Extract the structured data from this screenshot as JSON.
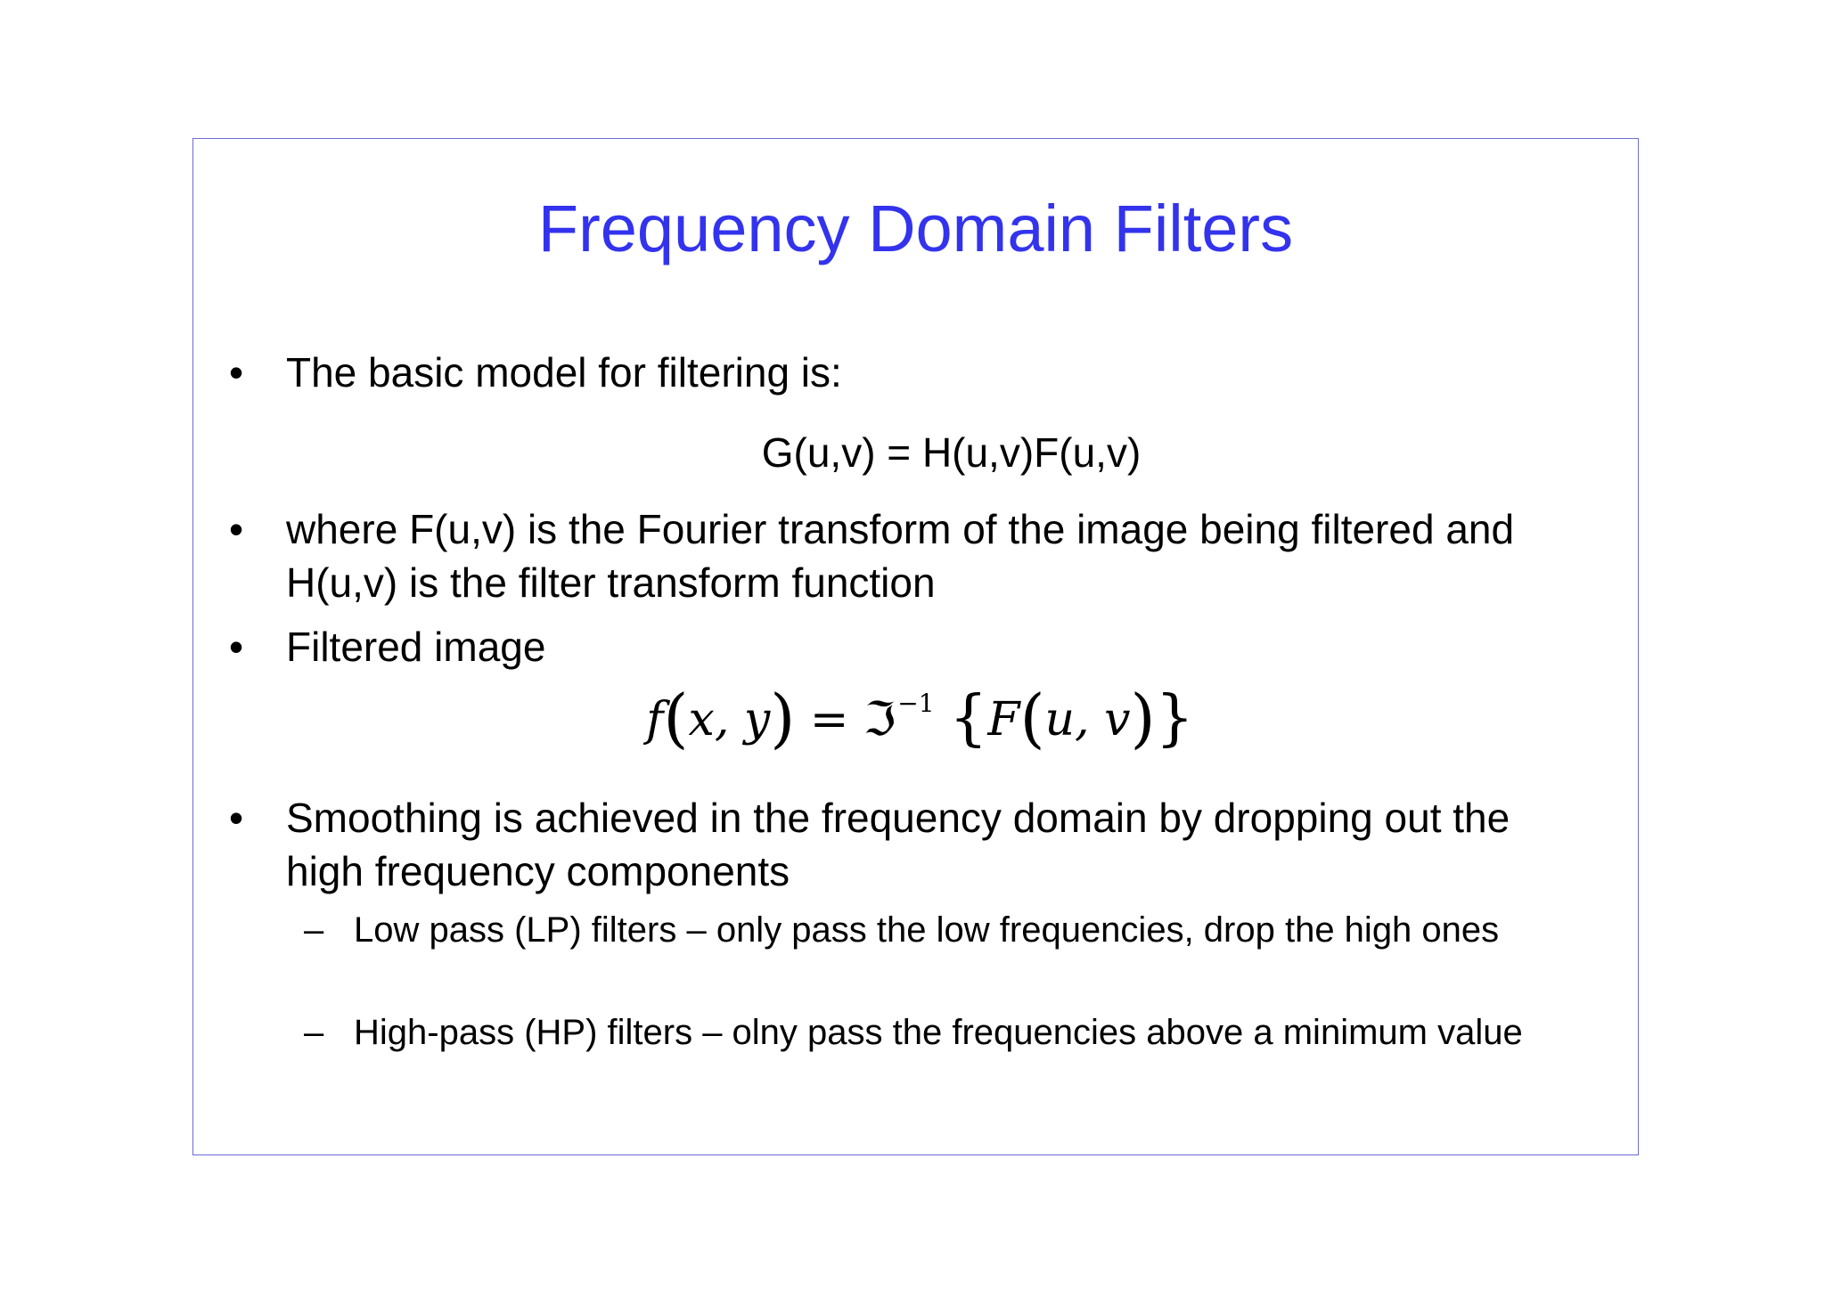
{
  "slide": {
    "title": "Frequency Domain Filters",
    "bullet_char": "•",
    "dash_char": "–",
    "bullets": [
      {
        "text": "The basic model for filtering is:"
      },
      {
        "text": "where F(u,v) is the Fourier transform of the image being filtered and H(u,v) is the filter transform function"
      },
      {
        "text": "Filtered image"
      },
      {
        "text": "Smoothing is achieved in the frequency domain by dropping out the high frequency components"
      }
    ],
    "equation_basic": "G(u,v) = H(u,v)F(u,v)",
    "formula": {
      "lhs_fn": "f",
      "lhs_args": "x, y",
      "equals": "=",
      "operator": "ℑ",
      "superscript": "−1",
      "rhs_fn": "F",
      "rhs_args": "u, v"
    },
    "sub_bullets": [
      {
        "text": "Low pass (LP) filters – only pass the low frequencies, drop the high ones"
      },
      {
        "text": "High-pass (HP) filters – olny pass the frequencies above a minimum value"
      }
    ]
  },
  "colors": {
    "title": "#3333ee",
    "border": "#6b6bd6",
    "text": "#000000",
    "background": "#ffffff"
  }
}
